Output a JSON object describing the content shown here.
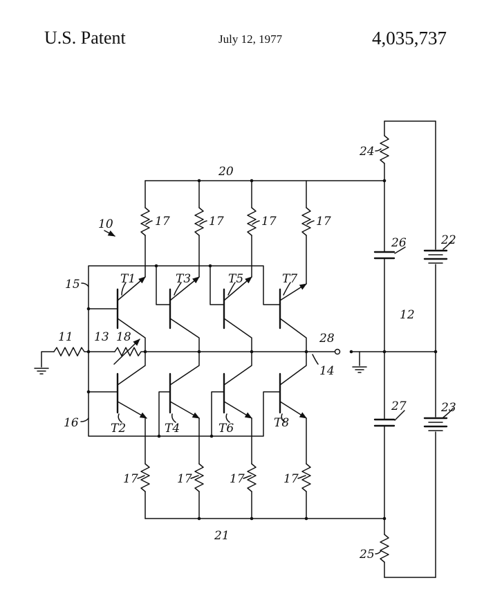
{
  "header": {
    "left": "U.S. Patent",
    "date": "July 12, 1977",
    "patent_number": "4,035,737"
  },
  "labels": {
    "circuit": "10",
    "input_resistor": "11",
    "battery_section": "12",
    "input_node": "13",
    "output_line": "14",
    "upper_base_bus": "15",
    "lower_base_bus": "16",
    "load_resistor": "17",
    "variable_resistor": "18",
    "upper_bus": "20",
    "lower_bus": "21",
    "battery_upper": "22",
    "battery_lower": "23",
    "resistor_upper": "24",
    "resistor_lower": "25",
    "capacitor_upper": "26",
    "capacitor_lower": "27",
    "output_terminal": "28"
  },
  "transistors": {
    "upper": [
      "T1",
      "T3",
      "T5",
      "T7"
    ],
    "lower": [
      "T2",
      "T4",
      "T6",
      "T8"
    ]
  }
}
